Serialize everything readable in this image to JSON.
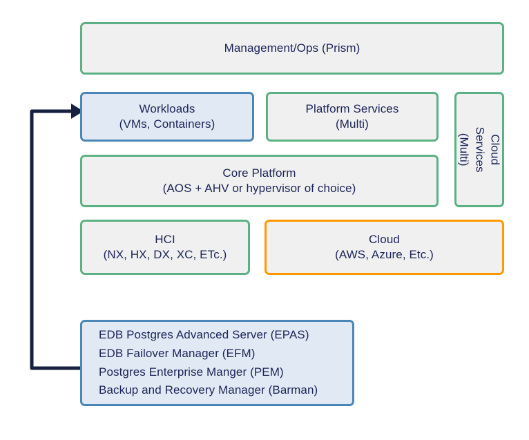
{
  "diagram": {
    "title": "Nutanix platform stack with EDB Postgres components",
    "theme": {
      "green_border": "#5cb184",
      "blue_border": "#4a86b8",
      "orange_border": "#ff9900",
      "grey_fill": "#f0f0f0",
      "blue_fill": "#e1eaf4",
      "text_color": "#1b2456",
      "connector_color": "#16203f",
      "background": "#ffffff"
    },
    "nodes": {
      "management": {
        "label": "Management/Ops (Prism)",
        "color": "green"
      },
      "workloads": {
        "label": "Workloads\n(VMs, Containers)",
        "color": "blue"
      },
      "platform_services": {
        "label": "Platform Services\n(Multi)",
        "color": "green"
      },
      "cloud_services": {
        "label": "Cloud Services\n(Multi)",
        "color": "green",
        "orientation": "vertical"
      },
      "core_platform": {
        "label": "Core Platform\n(AOS + AHV or hypervisor of choice)",
        "color": "green"
      },
      "hci": {
        "label": "HCI\n(NX, HX, DX, XC, ETc.)",
        "color": "green"
      },
      "cloud": {
        "label": "Cloud\n(AWS, Azure, Etc.)",
        "color": "orange"
      },
      "edb": {
        "label": "EDB Postgres Advanced Server (EPAS)\nEDB Failover Manager (EFM)\nPostgres Enterprise Manger (PEM)\nBackup and Recovery Manager (Barman)",
        "color": "blue",
        "lines": [
          "EDB Postgres Advanced Server (EPAS)",
          "EDB Failover Manager (EFM)",
          "Postgres Enterprise Manger (PEM)",
          "Backup and Recovery Manager (Barman)"
        ]
      }
    },
    "connector": {
      "from": "edb",
      "to": "workloads",
      "arrow": "arrow-head-right"
    }
  }
}
